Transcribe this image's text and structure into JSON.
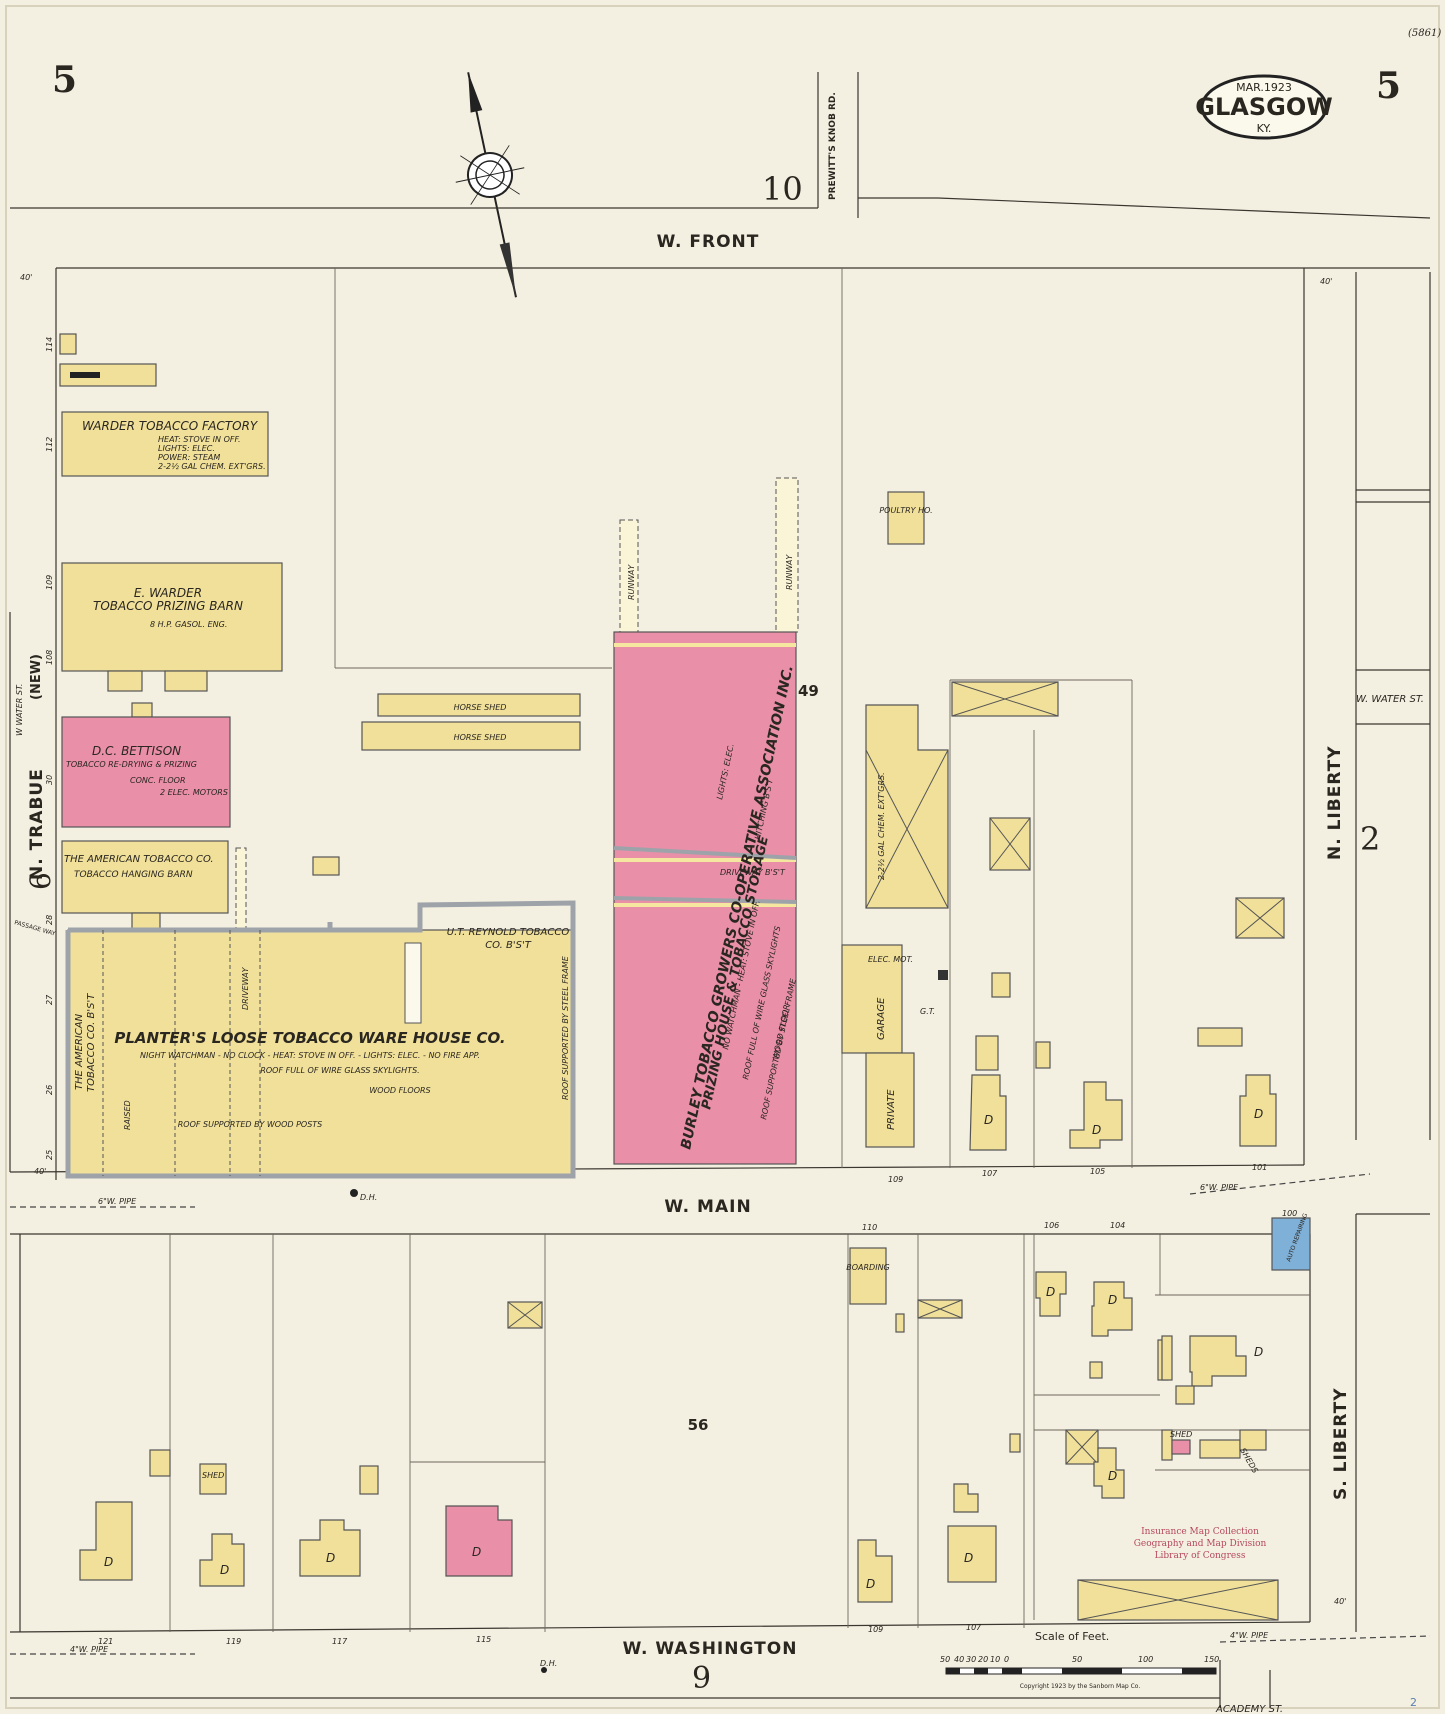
{
  "sheet": {
    "number": "5",
    "corner_ref": "(5861)",
    "cartouche": {
      "date": "MAR.1923",
      "city": "GLASGOW",
      "state": "KY."
    },
    "adjacent_sheets": {
      "north": "10",
      "west": "6",
      "east": "2",
      "south": "9"
    },
    "block_numbers": {
      "north_block": "49",
      "south_block": "56"
    },
    "copyright": "Copyright 1923 by the Sanborn Map Co.",
    "stamp": [
      "Insurance Map Collection",
      "Geography and Map Division",
      "Library of Congress"
    ],
    "corner_mark": "2"
  },
  "streets": {
    "front": "W. FRONT",
    "main": "W. MAIN",
    "washington": "W. WASHINGTON",
    "trabue": "N. TRABUE",
    "trabue_new": "(NEW)",
    "water_west": "W WATER ST.",
    "water_east": "W. WATER ST.",
    "n_liberty": "N. LIBERTY",
    "s_liberty": "S. LIBERTY",
    "prewitt": "PREWITT'S KNOB RD.",
    "academy": "ACADEMY ST.",
    "passage": "PASSAGE WAY"
  },
  "pipes": {
    "main_west": "6\"W. PIPE",
    "main_east": "6\"W. PIPE",
    "wash_west": "4\"W. PIPE",
    "wash_east": "4\"W. PIPE",
    "hydrant": "D.H."
  },
  "scale": {
    "title": "Scale of Feet.",
    "ticks": [
      "50",
      "40",
      "30",
      "20",
      "10",
      "0",
      "50",
      "100",
      "150"
    ]
  },
  "widths": {
    "w40": "40'"
  },
  "house_numbers": {
    "trabue": [
      "114",
      "112",
      "109",
      "108",
      "30",
      "28",
      "27",
      "26",
      "25"
    ],
    "main_north": [
      "109",
      "107",
      "105",
      "101"
    ],
    "main_south": [
      "110",
      "106",
      "104",
      "100"
    ],
    "washington": [
      "121",
      "119",
      "117",
      "115",
      "109",
      "107"
    ]
  },
  "buildings": {
    "warder_factory": {
      "name": "WARDER TOBACCO FACTORY",
      "notes": [
        "HEAT: STOVE IN OFF.",
        "LIGHTS: ELEC.",
        "POWER: STEAM",
        "2-2½ GAL CHEM. EXT'GRS."
      ]
    },
    "warder_barn": {
      "name": "E. WARDER",
      "sub": "TOBACCO PRIZING BARN",
      "note": "8 H.P. GASOL. ENG."
    },
    "bettison": {
      "name": "D.C. BETTISON",
      "sub": "TOBACCO RE-DRYING & PRIZING",
      "note1": "CONC. FLOOR",
      "note2": "2 ELEC. MOTORS"
    },
    "american_barn": {
      "name": "THE AMERICAN TOBACCO CO.",
      "sub": "TOBACCO HANGING BARN"
    },
    "horse_shed": "HORSE SHED",
    "planters": {
      "name": "PLANTER'S LOOSE TOBACCO WARE HOUSE CO.",
      "note1": "NIGHT WATCHMAN - NO CLOCK - HEAT: STOVE IN OFF. - LIGHTS: ELEC. - NO FIRE APP.",
      "note2": "ROOF FULL OF WIRE GLASS SKYLIGHTS.",
      "floor": "WOOD FLOORS",
      "posts": "ROOF SUPPORTED BY WOOD POSTS",
      "steel": "ROOF SUPPORTED BY STEEL FRAME",
      "raised": "RAISED",
      "driveway": "DRIVEWAY"
    },
    "reynolds": {
      "name": "U.T. REYNOLD TOBACCO",
      "sub": "CO. B'S'T"
    },
    "american_bst": {
      "name": "THE AMERICAN",
      "sub": "TOBACCO CO. B'S'T"
    },
    "burley": {
      "name": "BURLEY TOBACCO GROWERS CO-OPERATIVE ASSOCIATION INC.",
      "sub": "PRIZING HOUSE & TOBACCO STORAGE",
      "note1": "NO WATCHMAN - HEAT: STOVE IN OFF.",
      "note2": "ROOF FULL OF WIRE GLASS SKYLIGHTS",
      "note3": "ROOF SUPPORTED BY STEEL FRAME",
      "note4": "WOOD FLOOR",
      "lights": "LIGHTS: ELEC.",
      "hitching": "HITCHING B'S'T",
      "driveway": "DRIVEWAY B'S'T"
    },
    "runway": "RUNWAY",
    "poultry": "POULTRY HO.",
    "garage": "GARAGE",
    "private": "PRIVATE",
    "elec_mot": "ELEC. MOT.",
    "chem": "2-2½ GAL CHEM. EXT'GRS.",
    "boarding": "BOARDING",
    "shed": "SHED",
    "sheds": "SHEDS",
    "auto_repairing": "AUTO REPAIRING",
    "dwelling": "D",
    "gt": "G.T."
  }
}
